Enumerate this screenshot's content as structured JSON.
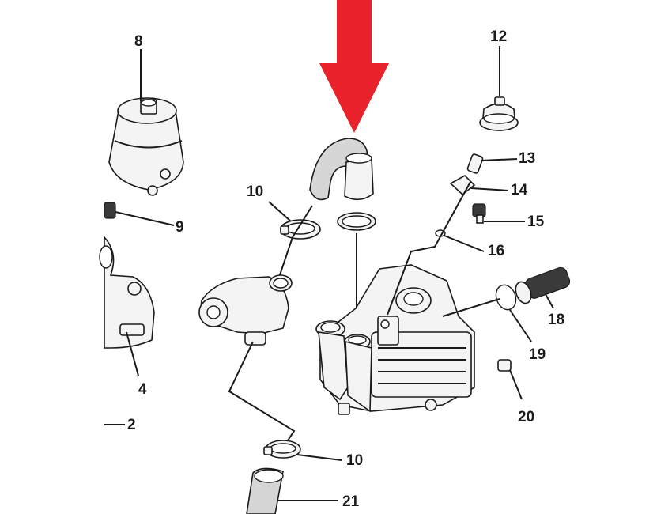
{
  "arrow": {
    "color": "#e8212a"
  },
  "callouts": [
    {
      "id": "callout-8",
      "text": "8"
    },
    {
      "id": "callout-9",
      "text": "9"
    },
    {
      "id": "callout-4",
      "text": "4"
    },
    {
      "id": "callout-2",
      "text": "2"
    },
    {
      "id": "callout-10a",
      "text": "10"
    },
    {
      "id": "callout-10b",
      "text": "10"
    },
    {
      "id": "callout-21",
      "text": "21"
    },
    {
      "id": "callout-12",
      "text": "12"
    },
    {
      "id": "callout-13",
      "text": "13"
    },
    {
      "id": "callout-14",
      "text": "14"
    },
    {
      "id": "callout-15",
      "text": "15"
    },
    {
      "id": "callout-16",
      "text": "16"
    },
    {
      "id": "callout-18",
      "text": "18"
    },
    {
      "id": "callout-19",
      "text": "19"
    },
    {
      "id": "callout-20",
      "text": "20"
    }
  ]
}
